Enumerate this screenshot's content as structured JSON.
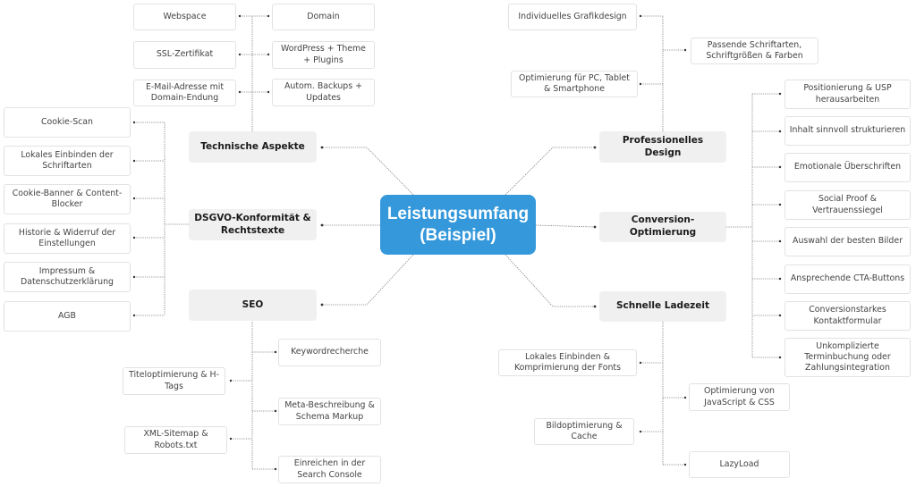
{
  "center": {
    "title": "Leistungsumfang (Beispiel)",
    "color": "#3498db"
  },
  "branches": {
    "tech": {
      "label": "Technische Aspekte",
      "left_items": [
        "Webspace",
        "SSL-Zertifikat",
        "E-Mail-Adresse mit Domain-Endung"
      ],
      "right_items": [
        "Domain",
        "WordPress + Theme + Plugins",
        "Autom. Backups + Updates"
      ]
    },
    "dsgvo": {
      "label": "DSGVO-Konformität & Rechtstexte",
      "items": [
        "Cookie-Scan",
        "Lokales Einbinden der Schriftarten",
        "Cookie-Banner & Content-Blocker",
        "Historie & Widerruf der Einstellungen",
        "Impressum & Datenschutzerklärung",
        "AGB"
      ]
    },
    "seo": {
      "label": "SEO",
      "left_items": [
        "Titeloptimierung & H-Tags",
        "XML-Sitemap & Robots.txt"
      ],
      "right_items": [
        "Keywordrecherche",
        "Meta-Beschreibung & Schema Markup",
        "Einreichen in der Search Console"
      ]
    },
    "design": {
      "label": "Professionelles Design",
      "left_items": [
        "Individuelles Grafikdesign",
        "Optimierung für PC, Tablet & Smartphone"
      ],
      "right_items": [
        "Passende Schriftarten, Schriftgrößen & Farben"
      ]
    },
    "conversion": {
      "label": "Conversion-Optimierung",
      "items": [
        "Positionierung & USP herausarbeiten",
        "Inhalt sinnvoll strukturieren",
        "Emotionale Überschriften",
        "Social Proof & Vertrauenssiegel",
        "Auswahl der besten Bilder",
        "Ansprechende CTA-Buttons",
        "Conversionstarkes Kontaktformular",
        "Unkomplizierte Terminbuchung oder Zahlungsintegration"
      ]
    },
    "speed": {
      "label": "Schnelle Ladezeit",
      "left_items": [
        "Lokales Einbinden & Komprimierung der Fonts",
        "Bildoptimierung & Cache"
      ],
      "right_items": [
        "Optimierung von JavaScript & CSS",
        "LazyLoad"
      ]
    }
  }
}
